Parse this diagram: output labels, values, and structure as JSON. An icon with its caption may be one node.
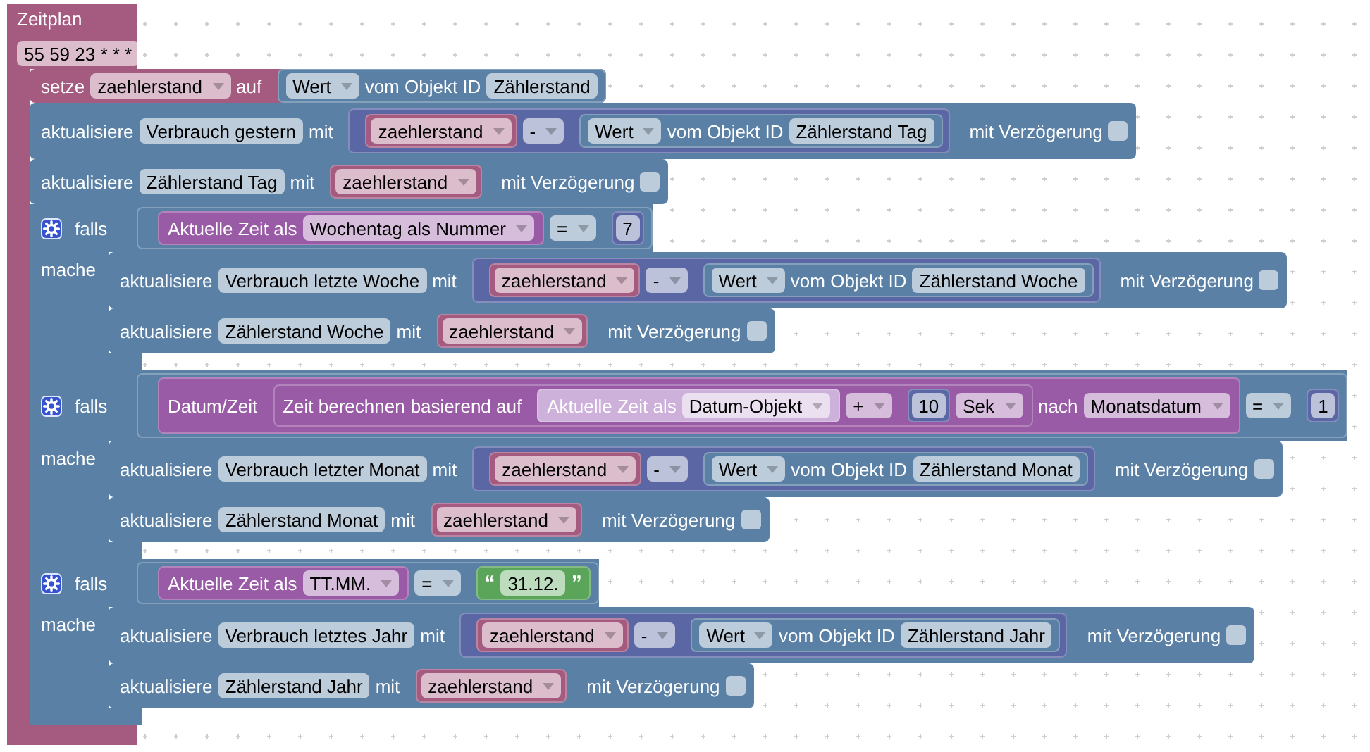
{
  "diagram": {
    "nodes": [
      {
        "text": [
          "Zeitplan"
        ]
      },
      {
        "text": [
          "55 59 23 * * *"
        ],
        "in": 0
      },
      {
        "text": [
          "setze",
          "auf"
        ],
        "in": 0
      },
      {
        "text": [
          "zaehlerstand"
        ],
        "in": 2
      },
      {
        "text": [
          "vom Objekt ID"
        ],
        "in": 2
      },
      {
        "text": [
          "Wert"
        ],
        "in": 4
      },
      {
        "text": [
          "Zählerstand"
        ],
        "in": 4
      },
      {
        "text": [
          "aktualisiere",
          "mit",
          "mit Verzögerung"
        ],
        "in": 0
      },
      {
        "text": [
          "Verbrauch gestern"
        ],
        "in": 7
      },
      {
        "text": [],
        "shape": "box",
        "in": 7
      },
      {
        "text": [],
        "shape": "box",
        "in": 9
      },
      {
        "text": [
          "zaehlerstand"
        ],
        "in": 10
      },
      {
        "text": [
          "-"
        ],
        "in": 9
      },
      {
        "text": [
          "vom Objekt ID"
        ],
        "in": 9
      },
      {
        "text": [
          "Wert"
        ],
        "in": 13
      },
      {
        "text": [
          "Zählerstand Tag"
        ],
        "in": 13
      },
      {
        "text": [
          "aktualisiere",
          "mit",
          "mit Verzögerung"
        ],
        "in": 0
      },
      {
        "text": [
          "Zählerstand Tag"
        ],
        "in": 16
      },
      {
        "text": [],
        "shape": "box",
        "in": 16
      },
      {
        "text": [
          "zaehlerstand"
        ],
        "in": 18
      },
      {
        "text": [
          "falls",
          "mache"
        ],
        "in": 0
      },
      {
        "text": [],
        "shape": "box",
        "in": 20
      },
      {
        "text": [
          "Aktuelle Zeit als"
        ],
        "in": 21
      },
      {
        "text": [
          "Wochentag als Nummer"
        ],
        "in": 22
      },
      {
        "text": [
          "="
        ],
        "in": 21
      },
      {
        "text": [],
        "shape": "box",
        "in": 21
      },
      {
        "text": [
          "7"
        ],
        "in": 25
      },
      {
        "text": [
          "aktualisiere",
          "mit",
          "mit Verzögerung"
        ],
        "in": 20
      },
      {
        "text": [
          "Verbrauch letzte Woche"
        ],
        "in": 27
      },
      {
        "text": [],
        "shape": "box",
        "in": 27
      },
      {
        "text": [],
        "shape": "box",
        "in": 29
      },
      {
        "text": [
          "zaehlerstand"
        ],
        "in": 30
      },
      {
        "text": [
          "-"
        ],
        "in": 29
      },
      {
        "text": [
          "vom Objekt ID"
        ],
        "in": 29
      },
      {
        "text": [
          "Wert"
        ],
        "in": 33
      },
      {
        "text": [
          "Zählerstand Woche"
        ],
        "in": 33
      },
      {
        "text": [
          "aktualisiere",
          "mit",
          "mit Verzögerung"
        ],
        "in": 20
      },
      {
        "text": [
          "Zählerstand Woche"
        ],
        "in": 36
      },
      {
        "text": [],
        "shape": "box",
        "in": 36
      },
      {
        "text": [
          "zaehlerstand"
        ],
        "in": 38
      },
      {
        "text": [
          "falls",
          "mache"
        ],
        "in": 0
      },
      {
        "text": [],
        "shape": "box",
        "in": 40
      },
      {
        "text": [
          "Datum/Zeit",
          "nach"
        ],
        "in": 41
      },
      {
        "text": [
          "Zeit berechnen",
          "basierend auf"
        ],
        "in": 42
      },
      {
        "text": [
          "Aktuelle Zeit als"
        ],
        "in": 43
      },
      {
        "text": [
          "Datum-Objekt"
        ],
        "in": 44
      },
      {
        "text": [
          "+"
        ],
        "in": 43
      },
      {
        "text": [],
        "shape": "box",
        "in": 43
      },
      {
        "text": [
          "10"
        ],
        "in": 47
      },
      {
        "text": [
          "Sek"
        ],
        "in": 43
      },
      {
        "text": [
          "Monatsdatum"
        ],
        "in": 42
      },
      {
        "text": [
          "="
        ],
        "in": 41
      },
      {
        "text": [],
        "shape": "box",
        "in": 41
      },
      {
        "text": [
          "1"
        ],
        "in": 52
      },
      {
        "text": [
          "aktualisiere",
          "mit",
          "mit Verzögerung"
        ],
        "in": 40
      },
      {
        "text": [
          "Verbrauch letzter Monat"
        ],
        "in": 54
      },
      {
        "text": [],
        "shape": "box",
        "in": 54
      },
      {
        "text": [],
        "shape": "box",
        "in": 56
      },
      {
        "text": [
          "zaehlerstand"
        ],
        "in": 57
      },
      {
        "text": [
          "-"
        ],
        "in": 56
      },
      {
        "text": [
          "vom Objekt ID"
        ],
        "in": 56
      },
      {
        "text": [
          "Wert"
        ],
        "in": 60
      },
      {
        "text": [
          "Zählerstand Monat"
        ],
        "in": 60
      },
      {
        "text": [
          "aktualisiere",
          "mit",
          "mit Verzögerung"
        ],
        "in": 40
      },
      {
        "text": [
          "Zählerstand Monat"
        ],
        "in": 63
      },
      {
        "text": [],
        "shape": "box",
        "in": 63
      },
      {
        "text": [
          "zaehlerstand"
        ],
        "in": 65
      },
      {
        "text": [
          "falls",
          "mache"
        ],
        "in": 0
      },
      {
        "text": [],
        "shape": "box",
        "in": 67
      },
      {
        "text": [
          "Aktuelle Zeit als"
        ],
        "in": 68
      },
      {
        "text": [
          "TT.MM."
        ],
        "in": 69
      },
      {
        "text": [
          "="
        ],
        "in": 68
      },
      {
        "text": [
          "“",
          "”"
        ],
        "in": 68
      },
      {
        "text": [
          "31.12."
        ],
        "in": 72
      },
      {
        "text": [
          "aktualisiere",
          "mit",
          "mit Verzögerung"
        ],
        "in": 67
      },
      {
        "text": [
          "Verbrauch letztes Jahr"
        ],
        "in": 74
      },
      {
        "text": [],
        "shape": "box",
        "in": 74
      },
      {
        "text": [],
        "shape": "box",
        "in": 76
      },
      {
        "text": [
          "zaehlerstand"
        ],
        "in": 77
      },
      {
        "text": [
          "-"
        ],
        "in": 76
      },
      {
        "text": [
          "vom Objekt ID"
        ],
        "in": 76
      },
      {
        "text": [
          "Wert"
        ],
        "in": 80
      },
      {
        "text": [
          "Zählerstand Jahr"
        ],
        "in": 80
      },
      {
        "text": [
          "aktualisiere",
          "mit",
          "mit Verzögerung"
        ],
        "in": 67
      },
      {
        "text": [
          "Zählerstand Jahr"
        ],
        "in": 83
      },
      {
        "text": [],
        "shape": "box",
        "in": 83
      },
      {
        "text": [
          "zaehlerstand"
        ],
        "in": 85
      }
    ]
  }
}
